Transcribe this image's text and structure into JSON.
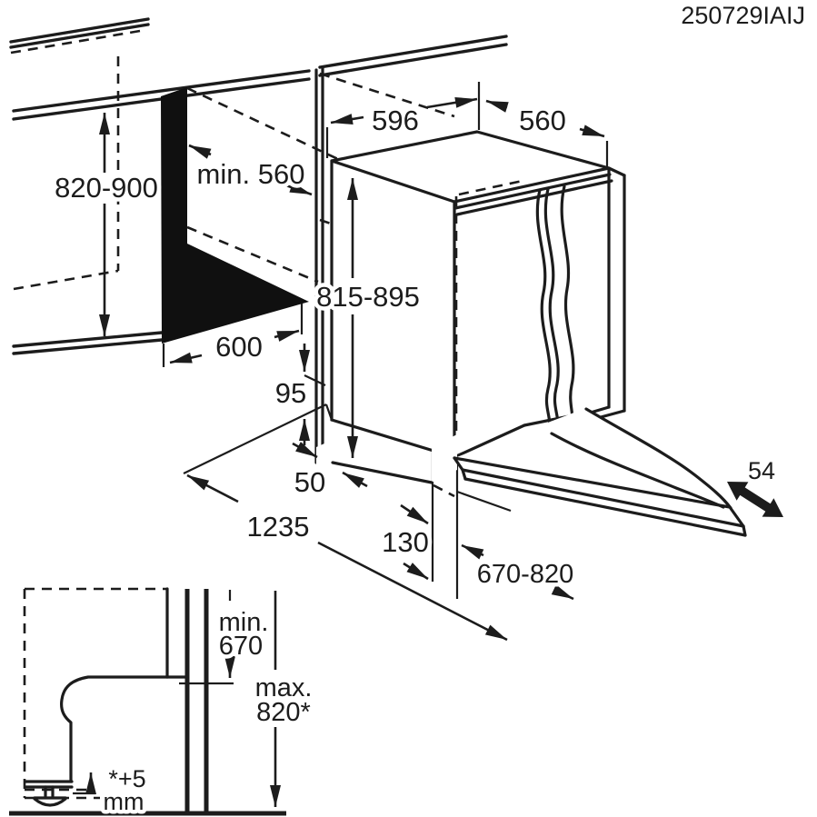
{
  "page": {
    "background": "#ffffff",
    "line_color": "#1c1c1c",
    "code": "250729IAIJ"
  },
  "dimensions": {
    "cabinet_height": "820-900",
    "niche_depth": "min. 560",
    "appliance_width": "596",
    "appliance_depth": "560",
    "appliance_height": "815-895",
    "niche_width": "600",
    "rear_clearance": "95",
    "side_gap": "50",
    "front_clearance": "1235",
    "plinth_recess": "130",
    "furniture_door_height": "670-820",
    "furniture_door_thickness": "54"
  },
  "detail_inset": {
    "min_label": "min.",
    "min_value": "670",
    "max_label": "max.",
    "max_value": "820*",
    "foot_note_line1": "*+5",
    "foot_note_line2": "mm"
  }
}
